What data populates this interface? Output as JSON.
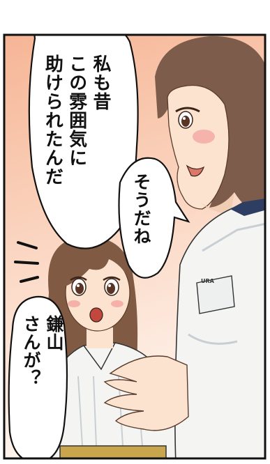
{
  "colors": {
    "background": "#ffffff",
    "panel_border": "#111111",
    "gradient_top": "#f6b595",
    "gradient_bottom": "#fff6f0",
    "skin": "#fbe3cf",
    "blush": "#f4a3a0",
    "hair_woman": "#7e5c4b",
    "hair_girl": "#815a43",
    "shirt": "#f4f5f3",
    "shirt_shadow": "#c9ced3",
    "accent_navy": "#2e3e63"
  },
  "dialogue": {
    "bubble1": "私も昔\nこの雰囲気に\n助けられたんだ",
    "bubble2": "そうだね",
    "bubble3": "鎌山\nさんが？"
  },
  "artwork": {
    "pocket_label": "URA"
  }
}
